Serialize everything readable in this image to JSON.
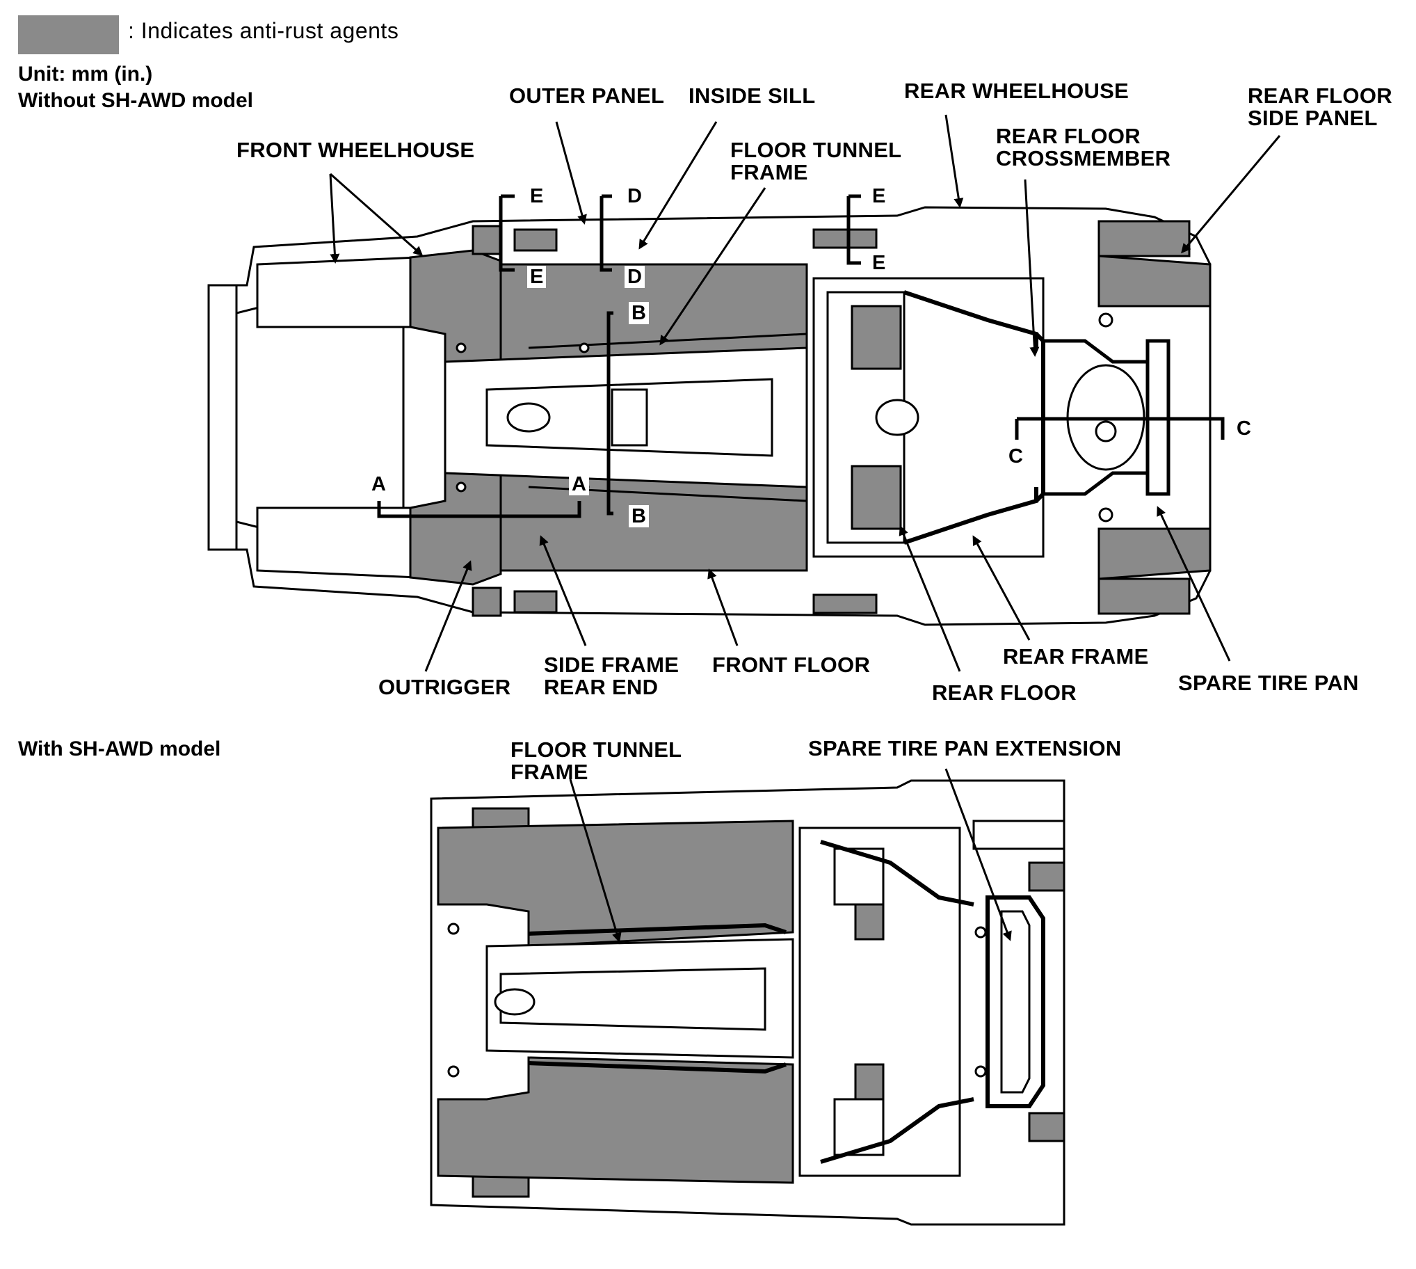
{
  "legend": {
    "swatch_color": "#8a8a8a",
    "text": ": Indicates anti-rust agents"
  },
  "unit": "Unit: mm (in.)",
  "section1_title": "Without SH-AWD model",
  "section2_title": "With SH-AWD model",
  "labels": {
    "outer_panel": "OUTER PANEL",
    "inside_sill": "INSIDE SILL",
    "rear_wheelhouse": "REAR WHEELHOUSE",
    "rear_floor_side_panel": "REAR FLOOR\nSIDE PANEL",
    "front_wheelhouse": "FRONT WHEELHOUSE",
    "floor_tunnel_frame": "FLOOR TUNNEL\nFRAME",
    "rear_floor_crossmember": "REAR FLOOR\nCROSSMEMBER",
    "outrigger": "OUTRIGGER",
    "side_frame_rear_end": "SIDE FRAME\nREAR END",
    "front_floor": "FRONT FLOOR",
    "rear_frame": "REAR FRAME",
    "rear_floor": "REAR FLOOR",
    "spare_tire_pan": "SPARE TIRE PAN",
    "floor_tunnel_frame_awd": "FLOOR TUNNEL\nFRAME",
    "spare_tire_pan_extension": "SPARE TIRE PAN EXTENSION"
  },
  "section_markers": {
    "a": "A",
    "b": "B",
    "c": "C",
    "d": "D",
    "e": "E"
  }
}
